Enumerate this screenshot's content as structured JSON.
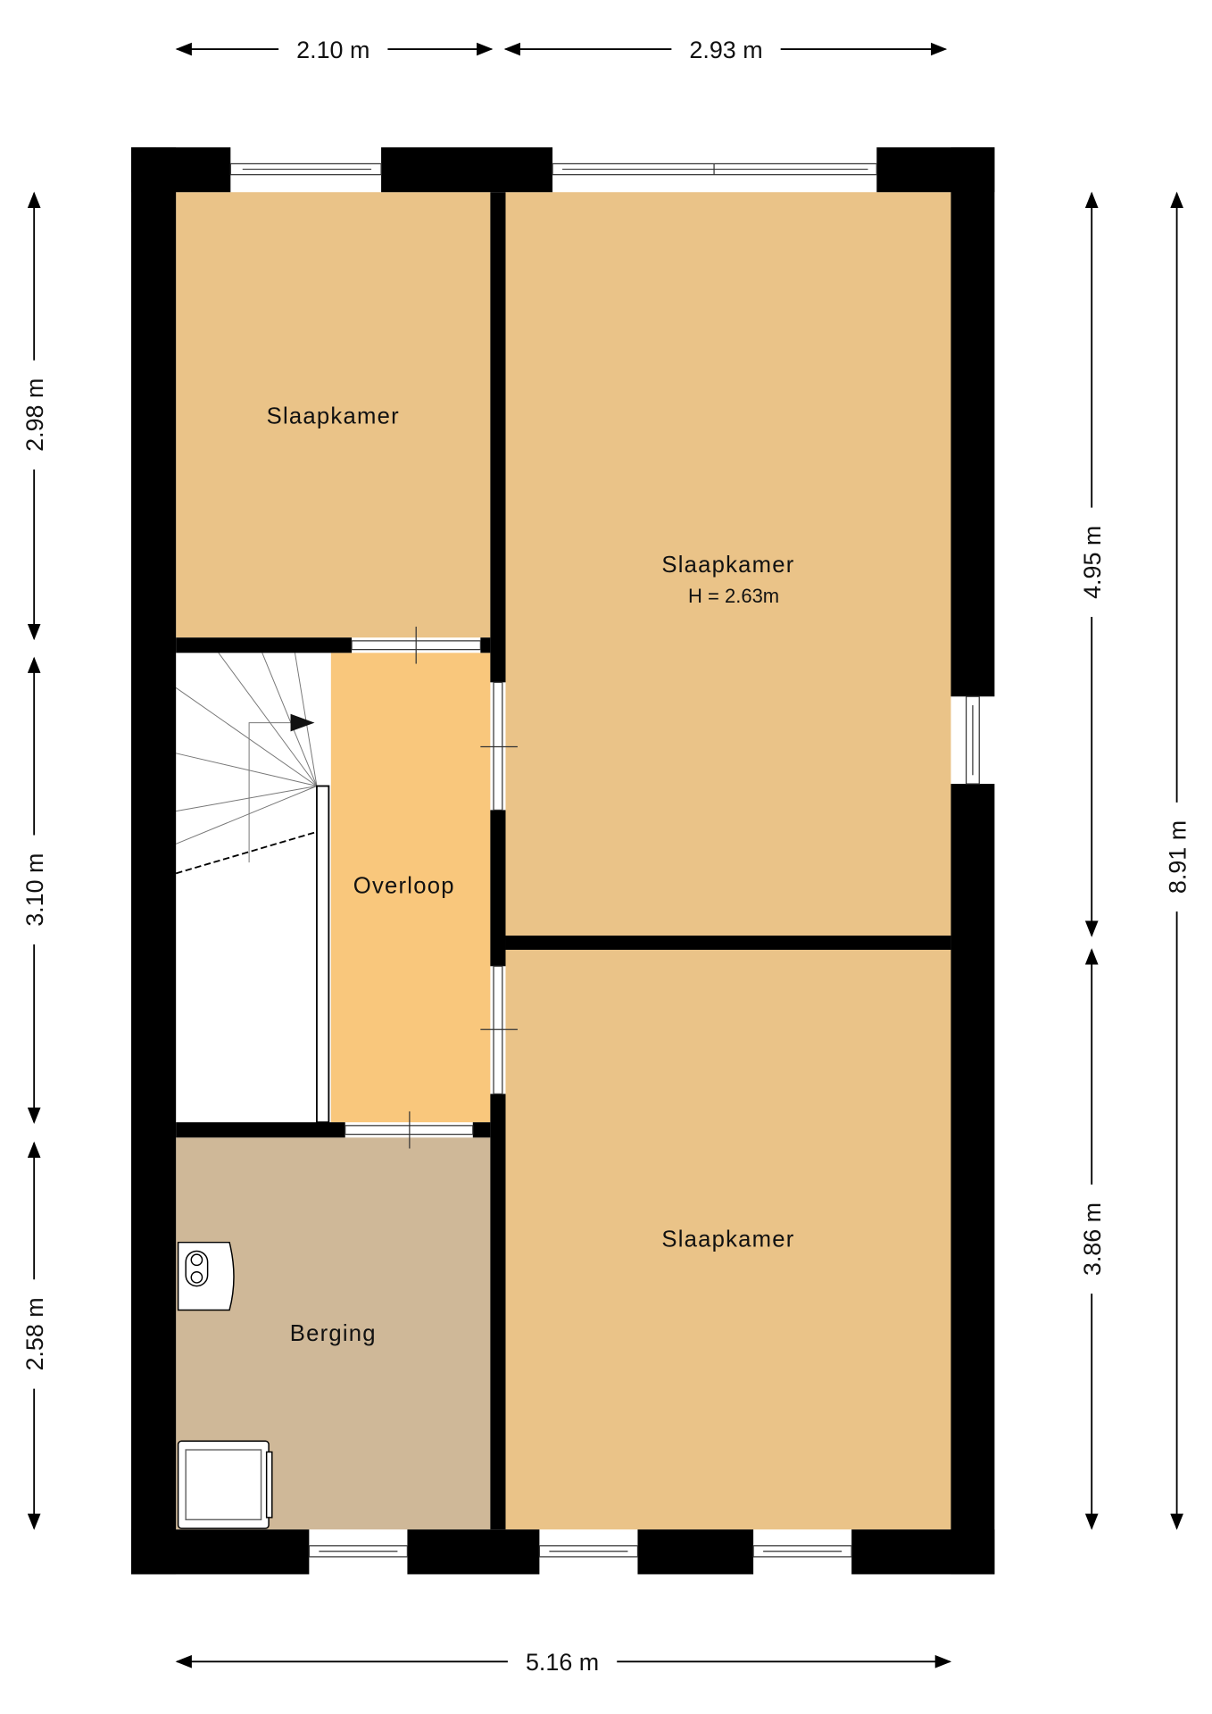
{
  "rooms": {
    "bedroom_top_left": "Slaapkamer",
    "bedroom_large": "Slaapkamer",
    "bedroom_large_height": "H = 2.63m",
    "bedroom_bottom": "Slaapkamer",
    "landing": "Overloop",
    "storage": "Berging"
  },
  "dimensions": {
    "top_left": "2.10 m",
    "top_right": "2.93 m",
    "left_top": "2.98 m",
    "left_middle": "3.10 m",
    "left_bottom": "2.58 m",
    "right_top": "4.95 m",
    "right_bottom": "3.86 m",
    "right_total": "8.91 m",
    "bottom_total": "5.16 m"
  },
  "colors": {
    "bedroom": "#EAC388",
    "landing": "#F9C77C",
    "storage": "#CFB898",
    "wall": "#000000"
  }
}
